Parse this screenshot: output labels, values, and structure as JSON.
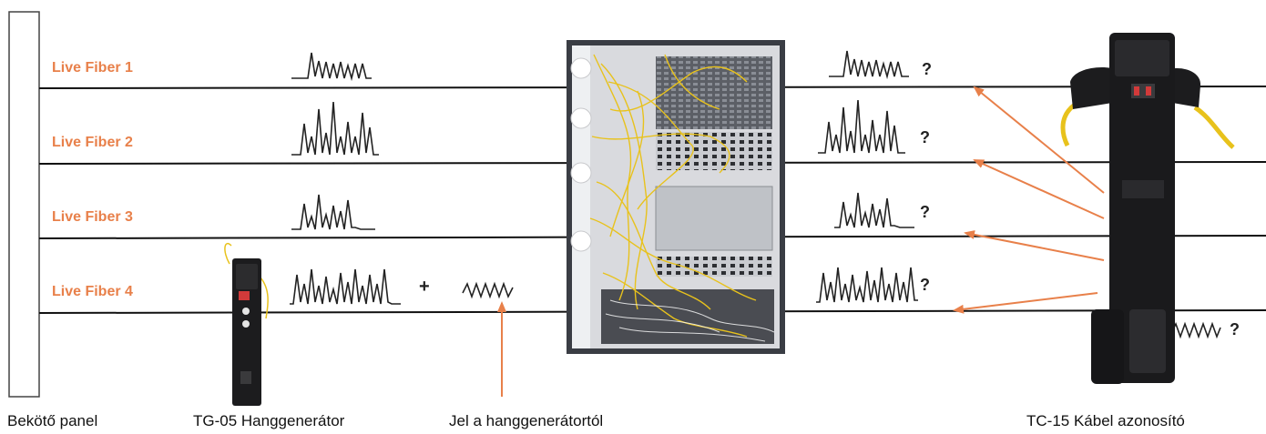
{
  "fibers": [
    {
      "label": "Live Fiber 1"
    },
    {
      "label": "Live Fiber 2"
    },
    {
      "label": "Live Fiber 3"
    },
    {
      "label": "Live Fiber 4"
    }
  ],
  "captions": {
    "panel": "Bekötő panel",
    "generator": "TG-05 Hanggenerátor",
    "signal": "Jel a hanggenerátortól",
    "identifier": "TC-15 Kábel azonosító"
  },
  "symbols": {
    "question": "?",
    "plus": "+"
  },
  "colors": {
    "accent": "#e8804a",
    "line": "#111111",
    "fiber": "#e8c21c"
  }
}
